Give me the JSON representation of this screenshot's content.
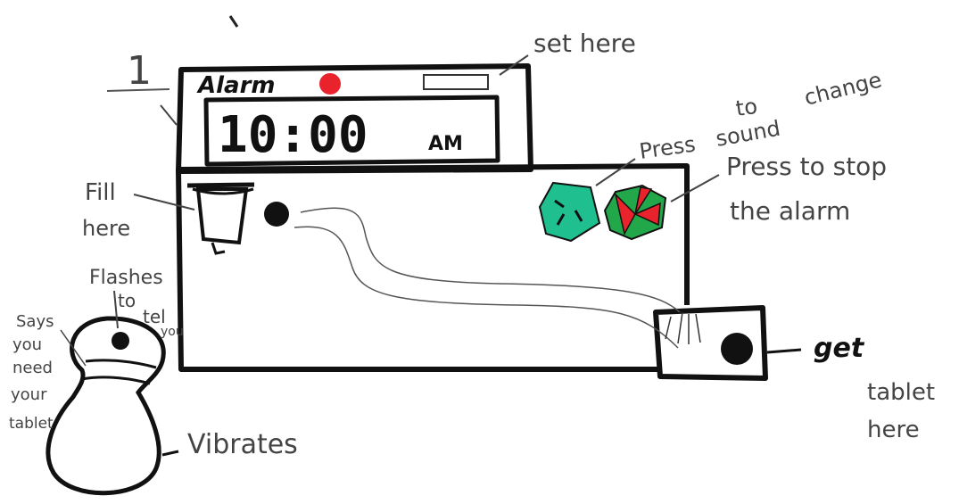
{
  "diagram_number": "1",
  "alarm": {
    "label": "Alarm",
    "time": "10:00",
    "period": "AM"
  },
  "annotations": {
    "set_here": "set here",
    "press_to_change_sound_1": "Press",
    "press_to_change_sound_2": "to",
    "press_to_change_sound_3": "sound",
    "press_to_change_sound_4": "change",
    "press_to_stop_1": "Press to stop",
    "press_to_stop_2": "the alarm",
    "fill_here_1": "Fill",
    "fill_here_2": "here",
    "get_tablet_1": "get",
    "get_tablet_2": "tablet",
    "get_tablet_3": "here",
    "flashes_1": "Flashes",
    "flashes_2": "to",
    "flashes_3": "tel",
    "flashes_4": "you",
    "says_1": "Says",
    "says_2": "you",
    "says_3": "need",
    "says_4": "your",
    "says_5": "tablet",
    "vibrates": "Vibrates"
  },
  "colors": {
    "ink": "#111111",
    "pencil": "#555555",
    "alarm_dot": "#e8232b",
    "sound_button": "#1fbf8f",
    "stop_button_red": "#e8232b",
    "stop_button_green": "#22a84a"
  }
}
